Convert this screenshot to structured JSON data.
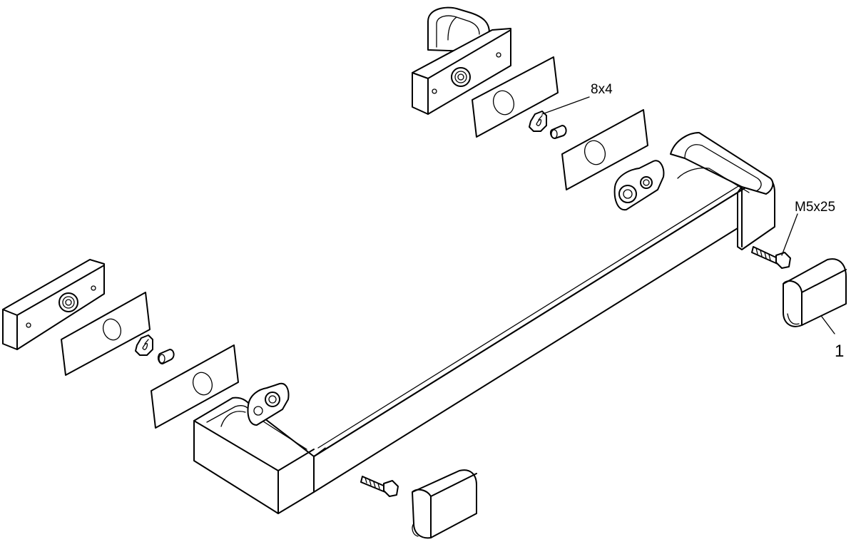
{
  "labels": {
    "spacer": "8x4",
    "screw": "M5x25",
    "cap_number": "1"
  }
}
